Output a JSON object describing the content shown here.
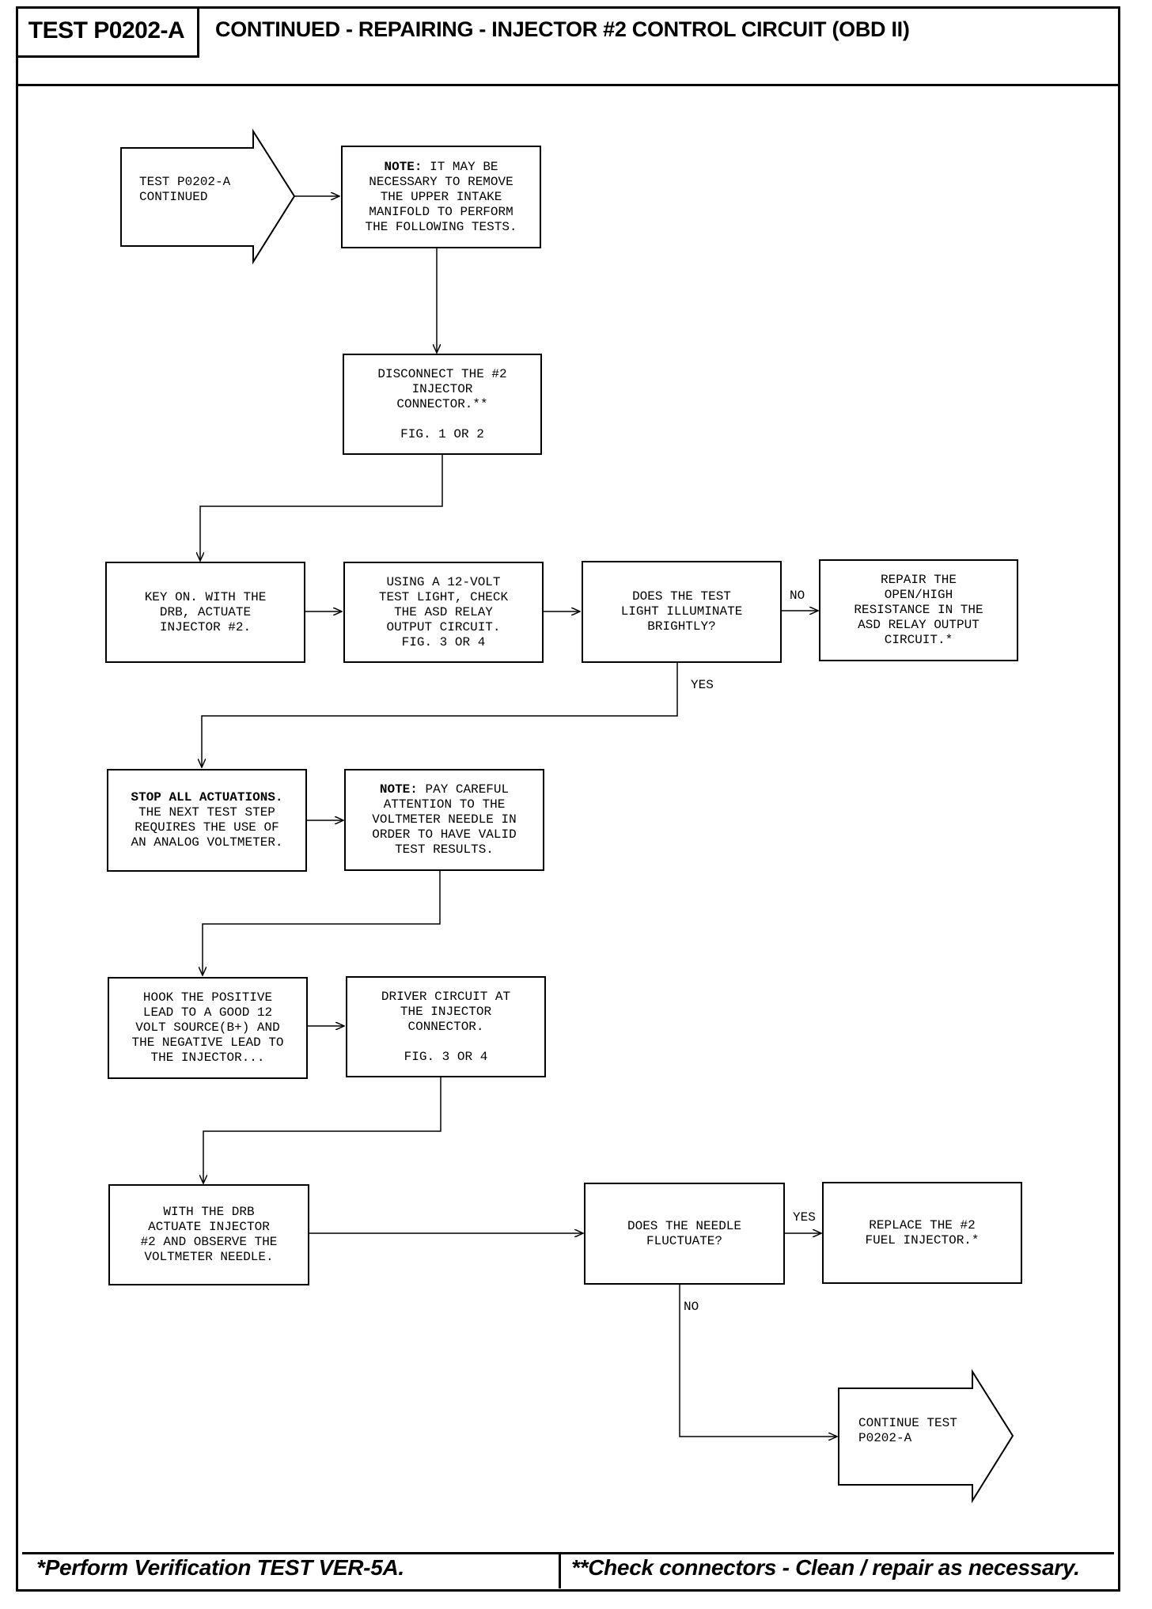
{
  "header": {
    "test_id": "TEST P0202-A",
    "title": "CONTINUED - REPAIRING - INJECTOR #2 CONTROL CIRCUIT (OBD II)"
  },
  "flow": {
    "start_arrow": "TEST P0202-A\nCONTINUED",
    "note1_bold": "NOTE:",
    "note1_text": " IT MAY BE\nNECESSARY TO REMOVE\nTHE UPPER INTAKE\nMANIFOLD TO PERFORM\nTHE FOLLOWING TESTS.",
    "disconnect": "DISCONNECT THE #2\nINJECTOR\nCONNECTOR.**\n\nFIG. 1 OR 2",
    "key_on": "KEY ON. WITH THE\nDRB, ACTUATE\nINJECTOR #2.",
    "test_light": "USING A 12-VOLT\nTEST LIGHT, CHECK\nTHE ASD RELAY\nOUTPUT CIRCUIT.\nFIG. 3 OR 4",
    "q_illuminate": "DOES THE TEST\nLIGHT ILLUMINATE\nBRIGHTLY?",
    "repair_asd": "REPAIR THE\nOPEN/HIGH\nRESISTANCE IN THE\nASD RELAY OUTPUT\nCIRCUIT.*",
    "stop_bold": "STOP ALL ACTUATIONS.",
    "stop_text": "\nTHE NEXT TEST STEP\nREQUIRES THE USE OF\nAN ANALOG VOLTMETER.",
    "note2_bold": "NOTE:",
    "note2_text": " PAY CAREFUL\nATTENTION TO THE\nVOLTMETER NEEDLE IN\nORDER TO HAVE VALID\nTEST RESULTS.",
    "hook_lead": "HOOK THE POSITIVE\nLEAD TO A GOOD 12\nVOLT SOURCE(B+) AND\nTHE NEGATIVE LEAD TO\nTHE INJECTOR...",
    "driver_circuit": "DRIVER CIRCUIT AT\nTHE INJECTOR\nCONNECTOR.\n\nFIG. 3 OR 4",
    "observe_needle": "WITH THE DRB\nACTUATE INJECTOR\n#2 AND OBSERVE THE\nVOLTMETER NEEDLE.",
    "q_fluctuate": "DOES THE NEEDLE\nFLUCTUATE?",
    "replace_injector": "REPLACE THE #2\nFUEL INJECTOR.*",
    "end_arrow": "CONTINUE TEST\nP0202-A"
  },
  "labels": {
    "no1": "NO",
    "yes1": "YES",
    "yes2": "YES",
    "no2": "NO"
  },
  "footer": {
    "left": "*Perform Verification TEST VER-5A.",
    "right": "**Check connectors - Clean / repair as necessary."
  }
}
